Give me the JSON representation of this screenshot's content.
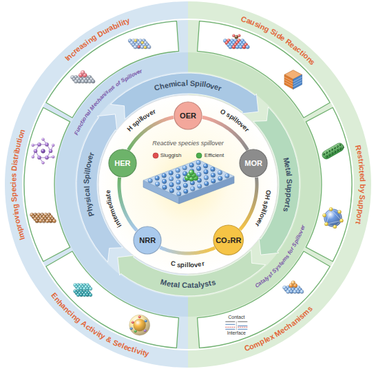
{
  "diagram": {
    "nodes": [
      {
        "text": [
          "Increasing Durability"
        ]
      },
      {
        "text": [
          "Causing Side Reactions"
        ]
      },
      {
        "text": [
          "Improving Species Distribution"
        ]
      },
      {
        "text": [
          "Restricted by Support"
        ]
      },
      {
        "text": [
          "Enhancing Activity & Selectivity"
        ]
      },
      {
        "text": [
          "Complex Mechanisms"
        ]
      },
      {
        "text": [
          "Chemical Spillover"
        ]
      },
      {
        "text": [
          "Physical Spillover"
        ]
      },
      {
        "text": [
          "Metal Supports"
        ]
      },
      {
        "text": [
          "Metal Catalysts"
        ]
      },
      {
        "text": [
          "OER"
        ]
      },
      {
        "text": [
          "HER"
        ]
      },
      {
        "text": [
          "MOR"
        ]
      },
      {
        "text": [
          "NRR"
        ]
      },
      {
        "text": [
          "CO₂RR"
        ]
      }
    ],
    "edges": [
      {
        "from": 11,
        "to": 10,
        "label": "H spillover",
        "arrow": "none"
      },
      {
        "from": 10,
        "to": 12,
        "label": "O spillover",
        "arrow": "none"
      },
      {
        "from": 12,
        "to": 14,
        "label": "OH spillover",
        "arrow": "none"
      },
      {
        "from": 14,
        "to": 13,
        "label": "C spillover",
        "arrow": "none"
      },
      {
        "from": 13,
        "to": 11,
        "label": "intermediate",
        "arrow": "none"
      }
    ],
    "labels": [
      "Functional Mechanisms of Spillover",
      "Catalyst Systems for Spillover",
      "Reactive species spillover",
      "Sluggish",
      "Efficient",
      "Contact",
      "Interface"
    ]
  }
}
